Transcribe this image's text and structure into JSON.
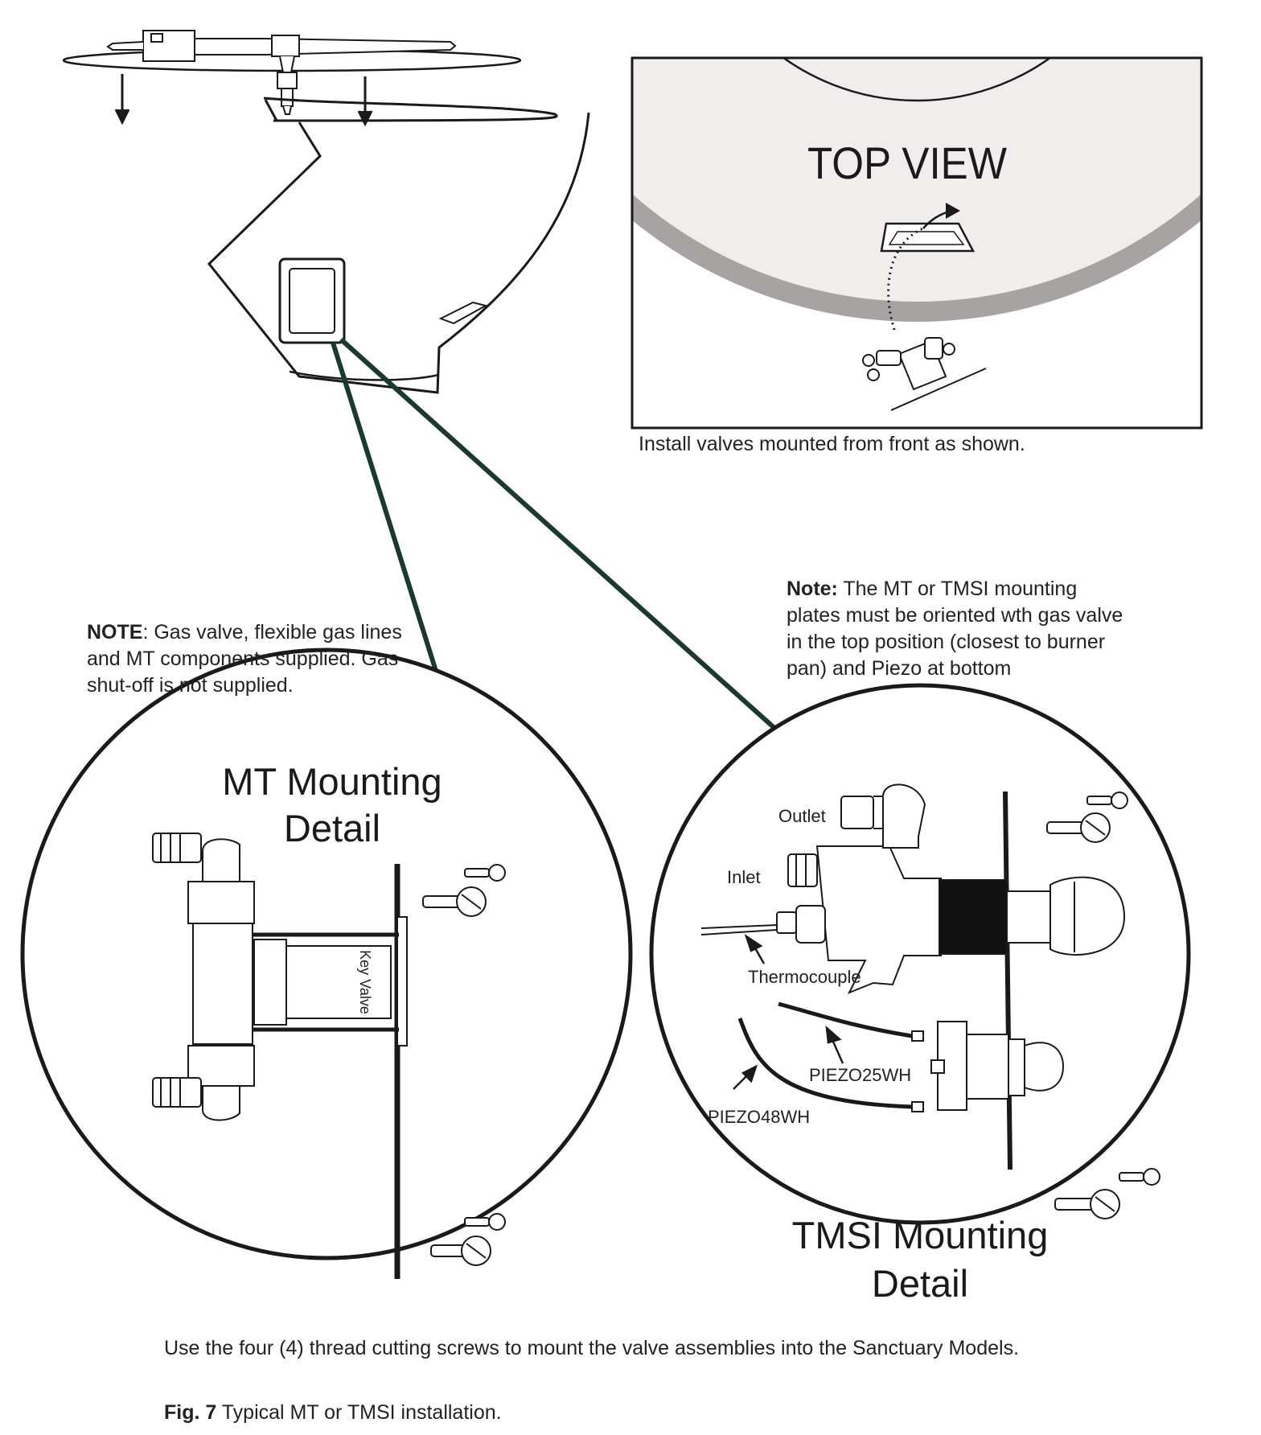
{
  "top_view": {
    "title": "TOP VIEW",
    "caption": "Install valves mounted from front as shown."
  },
  "note_left": {
    "label": "NOTE",
    "text": ":  Gas valve, flexible gas lines and MT components supplied.  Gas shut-off is not supplied."
  },
  "note_right": {
    "label": "Note:",
    "text": "  The MT or TMSI mounting plates must be oriented wth gas valve in the top position (closest to burner pan) and Piezo at bottom"
  },
  "mt_detail": {
    "title_line1": "MT Mounting",
    "title_line2": "Detail",
    "valve_stamp": "Key Valve"
  },
  "tmsi_detail": {
    "title_line1": "TMSI Mounting",
    "title_line2": "Detail",
    "labels": {
      "outlet": "Outlet",
      "inlet": "Inlet",
      "thermocouple": "Thermocouple",
      "piezo25": "PIEZO25WH",
      "piezo48": "PIEZO48WH"
    }
  },
  "instruction": "Use the four (4) thread cutting screws to mount the valve assemblies into the Sanctuary Models.",
  "figure_caption": {
    "label": "Fig. 7",
    "text": "  Typical MT or TMSI installation."
  },
  "colors": {
    "line": "#1a1a1a",
    "leader": "#1b3a2f",
    "ring": "#a7a3a3",
    "fill_light": "#f1eded"
  }
}
